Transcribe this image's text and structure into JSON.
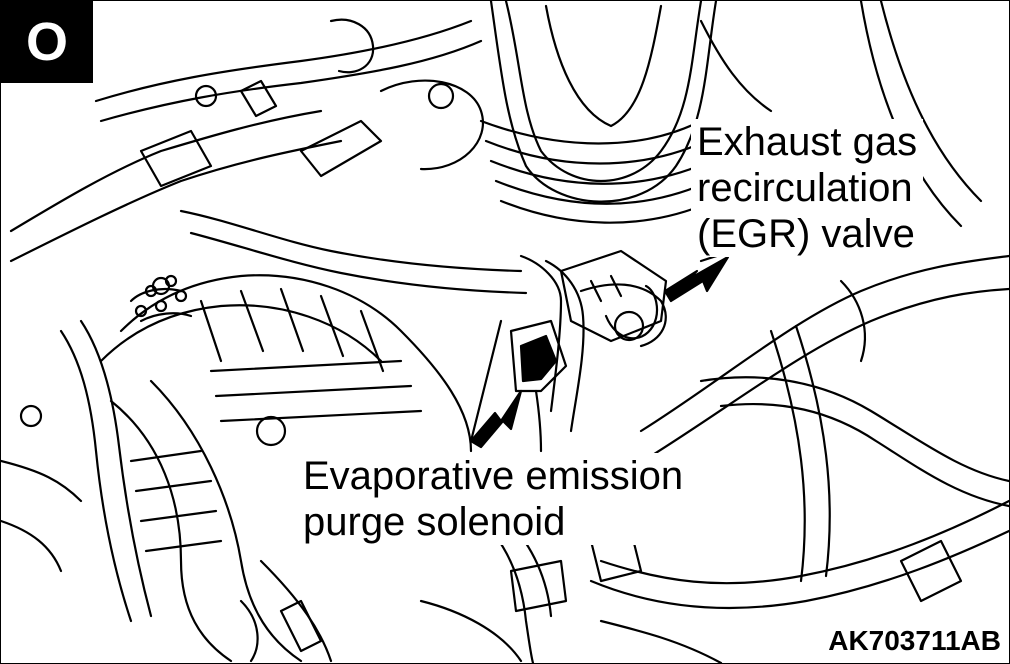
{
  "figure": {
    "badge": "O",
    "callouts": {
      "egr_valve": [
        "Exhaust gas",
        "recirculation",
        "(EGR) valve"
      ],
      "purge_solenoid": [
        "Evaporative emission",
        "purge solenoid"
      ]
    },
    "figure_code": "AK703711AB"
  }
}
